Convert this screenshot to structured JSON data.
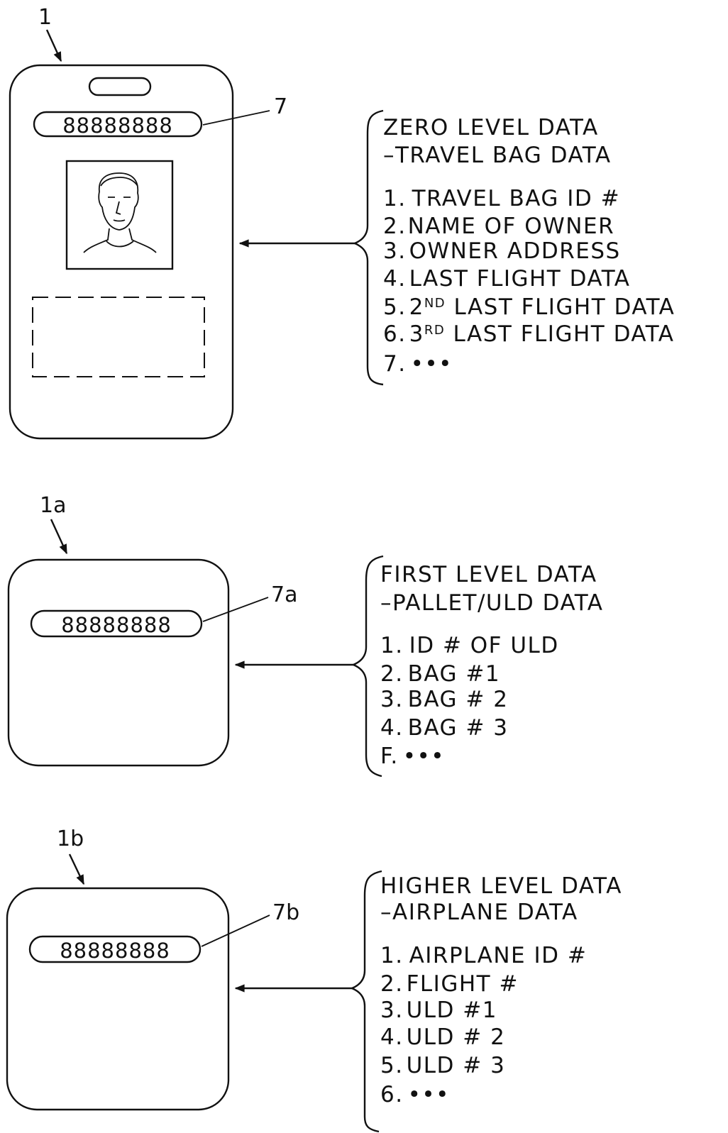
{
  "tags": [
    {
      "ref": "1",
      "display_ref": "7",
      "display_value": "88888888",
      "list_title": "ZERO LEVEL DATA",
      "list_subtitle": "–TRAVEL BAG DATA",
      "items": [
        {
          "num": "1.",
          "text": "TRAVEL BAG ID #"
        },
        {
          "num": "2.",
          "text": "NAME OF OWNER"
        },
        {
          "num": "3.",
          "text": "OWNER ADDRESS"
        },
        {
          "num": "4.",
          "text": "LAST FLIGHT DATA"
        },
        {
          "num": "5.",
          "pre": "2",
          "sup": "ND",
          "text": " LAST FLIGHT DATA"
        },
        {
          "num": "6.",
          "pre": "3",
          "sup": "RD",
          "text": " LAST FLIGHT DATA"
        },
        {
          "num": "7.",
          "text": "•••"
        }
      ]
    },
    {
      "ref": "1a",
      "display_ref": "7a",
      "display_value": "88888888",
      "list_title": "FIRST LEVEL DATA",
      "list_subtitle": "–PALLET/ULD DATA",
      "items": [
        {
          "num": "1.",
          "text": "ID # OF ULD"
        },
        {
          "num": "2.",
          "text": "BAG #1"
        },
        {
          "num": "3.",
          "text": "BAG # 2"
        },
        {
          "num": "4.",
          "text": "BAG # 3"
        },
        {
          "num": "F.",
          "text": "•••"
        }
      ]
    },
    {
      "ref": "1b",
      "display_ref": "7b",
      "display_value": "88888888",
      "list_title": "HIGHER LEVEL DATA",
      "list_subtitle": "–AIRPLANE DATA",
      "items": [
        {
          "num": "1.",
          "text": "AIRPLANE ID #"
        },
        {
          "num": "2.",
          "text": "FLIGHT #"
        },
        {
          "num": "3.",
          "text": "ULD #1"
        },
        {
          "num": "4.",
          "text": "ULD # 2"
        },
        {
          "num": "5.",
          "text": "ULD # 3"
        },
        {
          "num": "6.",
          "text": "•••"
        }
      ]
    }
  ]
}
